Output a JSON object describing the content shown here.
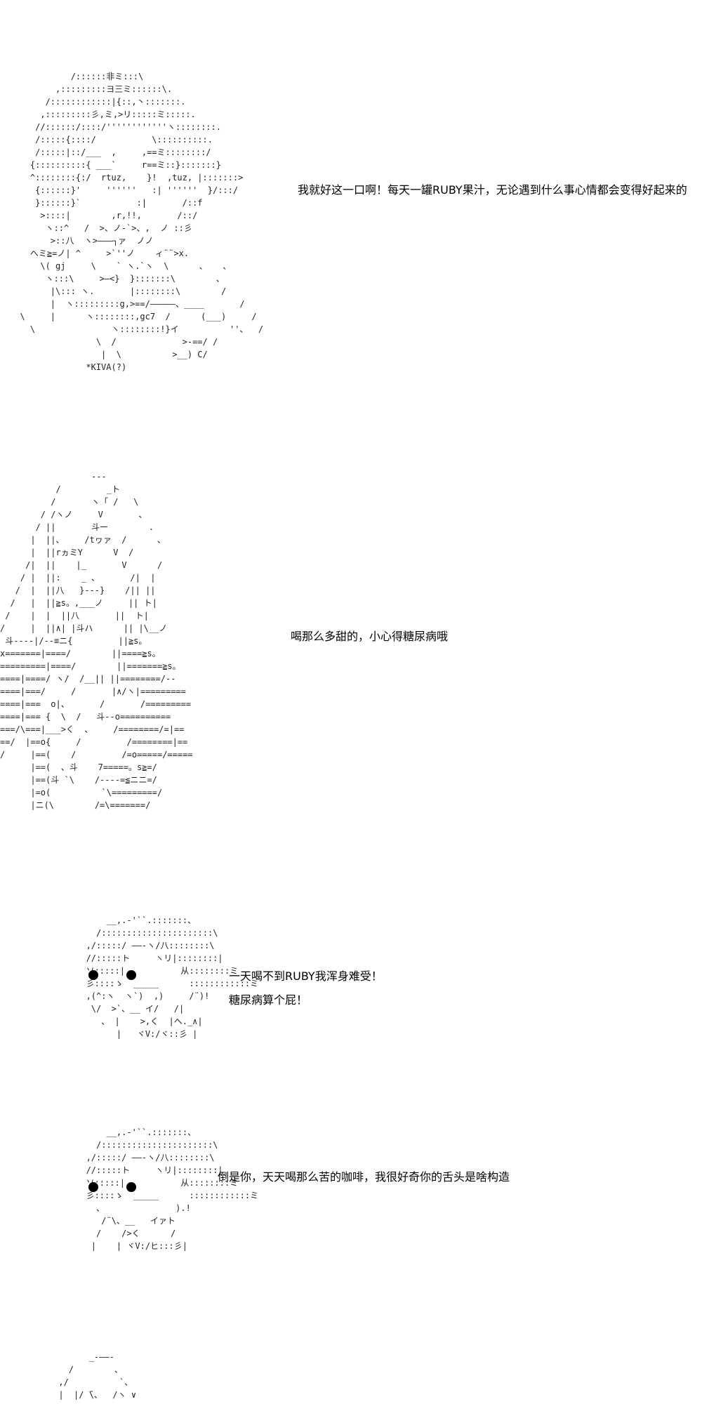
{
  "panels": [
    {
      "art": "            /::::::非ミ:::\\\n         ,:::::::::ヨ三ミ::::::\\.\n       /::::::::::::|{::,丶:::::::.\n      ,:::::::::彡,ミ,>リ:::::ミ:::::.\n     //::::::/::::/''''''''''''ヽ::::::::.\n     /:::::{::::/           \\::::::::::.\n     /:::::|::/___  ,     ,==ミ::::::::/\n    {::::::::::{ ___`     r==ミ::}:::::::}\n    ^::::::::{:/  rtuz,    }!  ,tuz, |:::::::>\n     {::::::}'     ''''''   :| ''''''  }/:::/\n     }::::::}`           :|       /::f\n      >::::|        ,r,!!,       /::/\n       ヽ::^   /  >、ノ-`>、,  ノ ::彡\n        >::八  ヽ>―――┐ァ  ノノ\n    へミ≧=ノ| ^     >`''ノ    ィ¨¨>x.\n      \\( gj     \\    ` ヽ.`ヽ  \\      、   、\n       ヽ:::\\     >―<}  }:::::::\\        、\n        |\\::: ヽ.       |::::::::\\        /\n        |  ヽ:::::::::g,>==/―――――、____       /\n  \\     |      ヽ::::::::,gc7  /      (___)     /\n    \\               ヽ::::::::!}イ          ''、  /\n                 \\  /             >-==/ /\n                  |  \\          >__) C/\n               *KIVA(?)",
      "lines": [
        "我就好这一口啊！每天一罐RUBY果汁，无论遇到什么事心情都会变得好起来的"
      ]
    },
    {
      "art": "                  ---\n           /         _ト\n          /       ヽ「 /   \\\n        / /ヽノ     V       、\n       / ||       斗ー        .\n      |  ||、    /tヮァ  /      、\n      |  ||rヵミY      V  /\n     /|  ||    |_       V      /\n    / |  ||:    _ 、      /|  |\n   /  |  ||八   }---}    /|| ||\n  /   |  ||≧s。,___ノ     || ト|\n /    |  |  ||八       ||  ト|\n/     |  ||∧| |斗ハ      || |\\__ノ\n 斗----|/--≡ニ{         ||≧s。\nx=======|====/        ||====≧s。\n=========|====/        ||=======≧s。\n====|====/ ヽ/  /__|| ||========/--\n====|===/     /       |∧/ヽ|=========\n====|===  o|、      /       /=========\n====|=== {  \\  /   斗--o==========\n===/\\===|___>く  、    /========/=|==\n==/  |==o{     /         /========|==\n/     |==(    /         /=o=====/=====\n      |==(  、斗    7=====。s≧=/\n      |==(斗 `\\    /----=≦ニニ=/\n      |=o(          `\\=========/\n      |ニ(\\        /=\\=======/",
      "lines": [
        "喝那么多甜的，小心得糖尿病哦"
      ]
    },
    {
      "art": "           __,.-'``.:::::::、\n         /::::::::::::::::::::::\\\n       ,/:::::/ ――-ヽ/八::::::::\\\n       //:::::ト     ヽリ|::::::::|\n       ソ:::::|           从::::::::ミ\n       彡::::ゝ  _____      ::::::::::::ミ\n       ,(^:ヽ  ヽ`)  ,)     /¨)!\n        \\/  >`、__ イ/   /|\n          、 |    >,く  |へ._∧|\n             |   ヾV:/ヾ::彡 |",
      "lines": [
        "一天喝不到RUBY我浑身难受！",
        "糖尿病算个屁！"
      ]
    },
    {
      "art": "           __,.-'``.:::::::、\n         /::::::::::::::::::::::\\\n       ,/:::::/ ――-ヽ/八::::::::\\\n       //:::::ト     ヽリ|::::::::|\n       ソ:::::|           从::::::::ミ\n       彡::::ゝ  _____      ::::::::::::ミ\n         、              ).!\n          /¨\\、__   イァト\n         /    />く      /\n        |    | ヾV:/ヒ:::彡|",
      "lines": [
        "倒是你，天天喝那么苦的咖啡，我很好奇你的舌头是啥构造"
      ]
    },
    {
      "art": "            _-――-\n        /        、\n      ,/          `、\n      |  |/ ̄\\、  /ヽ ∨",
      "lines": []
    }
  ]
}
